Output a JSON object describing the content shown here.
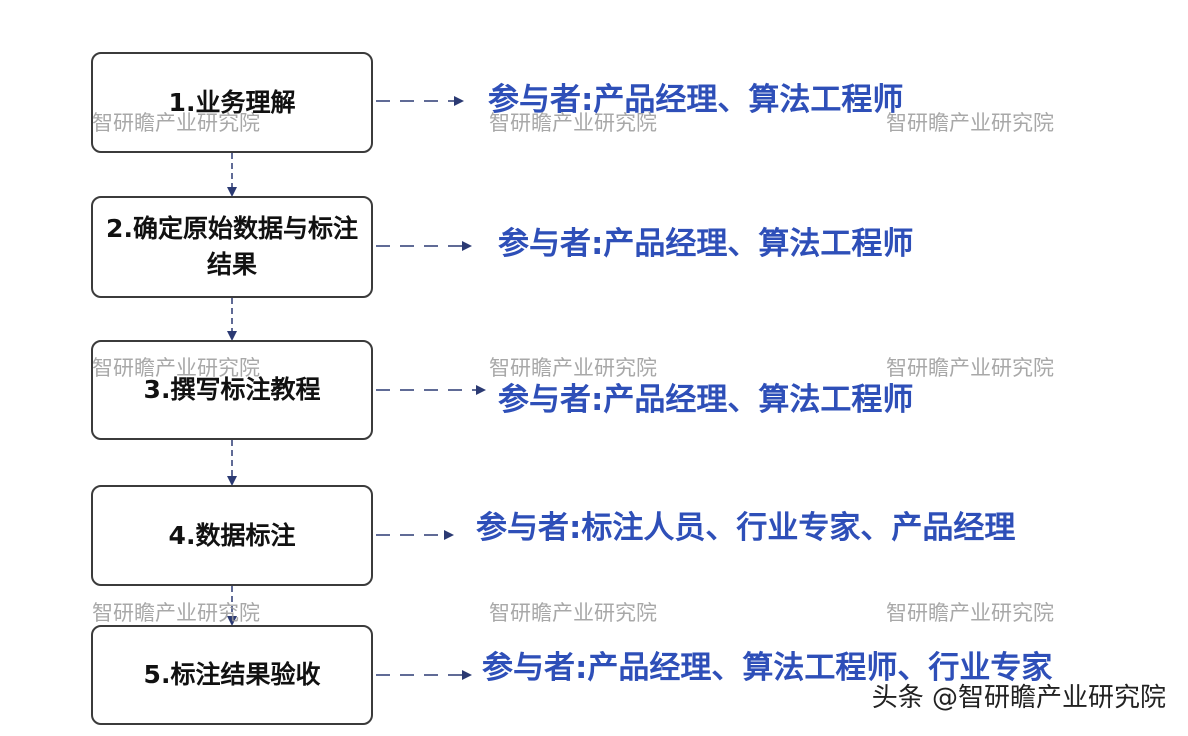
{
  "diagram": {
    "steps": [
      {
        "label": "1.业务理解",
        "participants": "参与者:产品经理、算法工程师"
      },
      {
        "label": "2.确定原始数据与标注结果",
        "participants": "参与者:产品经理、算法工程师"
      },
      {
        "label": "3.撰写标注教程",
        "participants": "参与者:产品经理、算法工程师"
      },
      {
        "label": "4.数据标注",
        "participants": "参与者:标注人员、行业专家、产品经理"
      },
      {
        "label": "5.标注结果验收",
        "participants": "参与者:产品经理、算法工程师、行业专家"
      }
    ],
    "watermark_text": "智研瞻产业研究院",
    "credit": "头条 @智研瞻产业研究院"
  },
  "colors": {
    "box_border": "#3b3b3b",
    "participant_text": "#2e4fb8",
    "arrow": "#2b3a73",
    "watermark": "#9a9a9a"
  }
}
